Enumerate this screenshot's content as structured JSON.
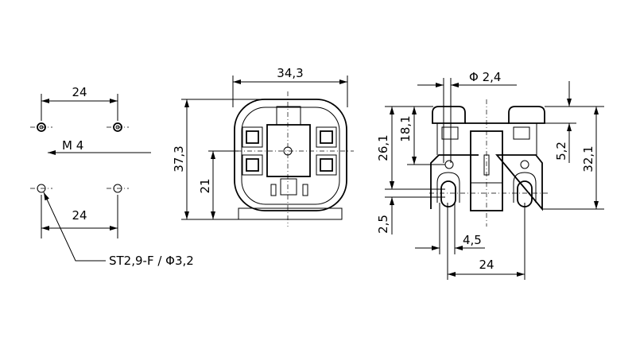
{
  "left_view": {
    "dim_top": "24",
    "thread": "M 4",
    "dim_bottom": "24",
    "screw_note": "ST2,9-F / Φ3,2"
  },
  "front_view": {
    "width": "34,3",
    "height": "37,3",
    "center_height": "21"
  },
  "side_view": {
    "pin_diameter": "Φ 2,4",
    "dim_26_1": "26,1",
    "dim_18_1": "18,1",
    "dim_5_2": "5,2",
    "dim_32_1": "32,1",
    "dim_2_5": "2,5",
    "dim_4_5": "4,5",
    "pin_spacing": "24"
  }
}
